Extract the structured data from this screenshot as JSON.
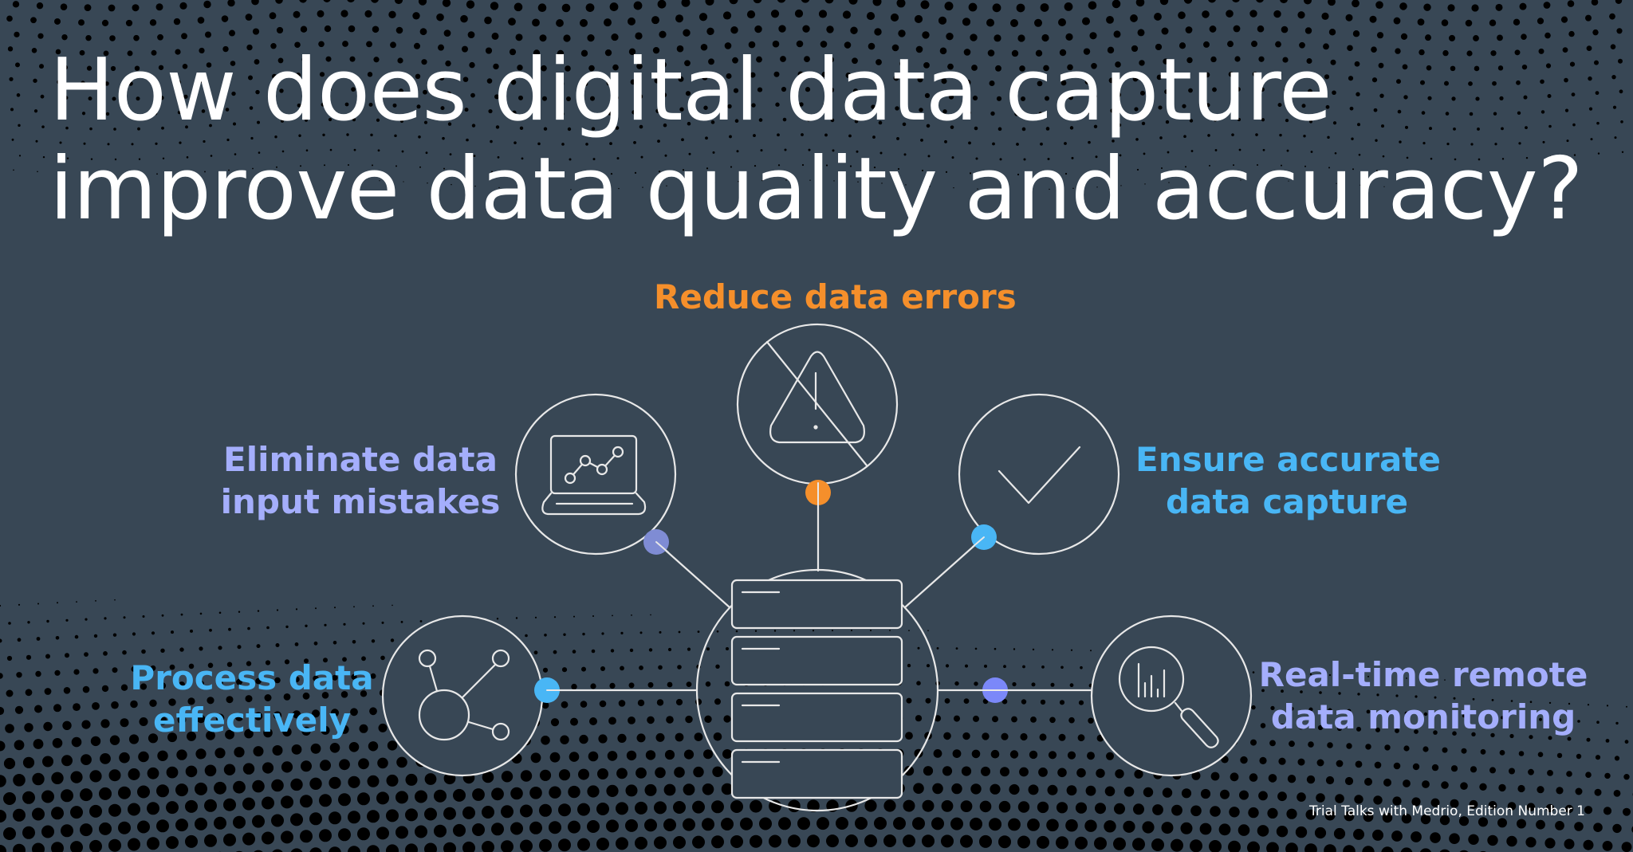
{
  "slide": {
    "title_lines": [
      "How does digital data capture",
      "improve data quality and accuracy?"
    ],
    "footer": "Trial Talks with Medrio, Edition Number 1",
    "colors": {
      "background": "#384755",
      "line": "#e8e8e8",
      "orange": "#f58f2b",
      "periwinkle": "#a4aefc",
      "sky_blue": "#49b6f5",
      "periwinkle_node": "#7f8cd4",
      "violet_node": "#7b88f9"
    }
  },
  "hub": {
    "icon": "server-stack-icon",
    "rows": 4
  },
  "benefits": [
    {
      "id": "reduce-errors",
      "lines": [
        "Reduce data errors"
      ],
      "icon": "no-warning-icon",
      "color": "#f58f2b",
      "node_color": "#f58f2b"
    },
    {
      "id": "eliminate-mistakes",
      "lines": [
        "Eliminate data",
        "input mistakes"
      ],
      "icon": "laptop-chart-icon",
      "color": "#a4aefc",
      "node_color": "#7f8cd4"
    },
    {
      "id": "ensure-accurate",
      "lines": [
        "Ensure accurate",
        "data capture"
      ],
      "icon": "checkmark-icon",
      "color": "#49b6f5",
      "node_color": "#49b6f5"
    },
    {
      "id": "process-data",
      "lines": [
        "Process data",
        "effectively"
      ],
      "icon": "network-nodes-icon",
      "color": "#49b6f5",
      "node_color": "#49b6f5"
    },
    {
      "id": "remote-monitoring",
      "lines": [
        "Real-time remote",
        "data monitoring"
      ],
      "icon": "magnifier-chart-icon",
      "color": "#a4aefc",
      "node_color": "#7b88f9"
    }
  ]
}
